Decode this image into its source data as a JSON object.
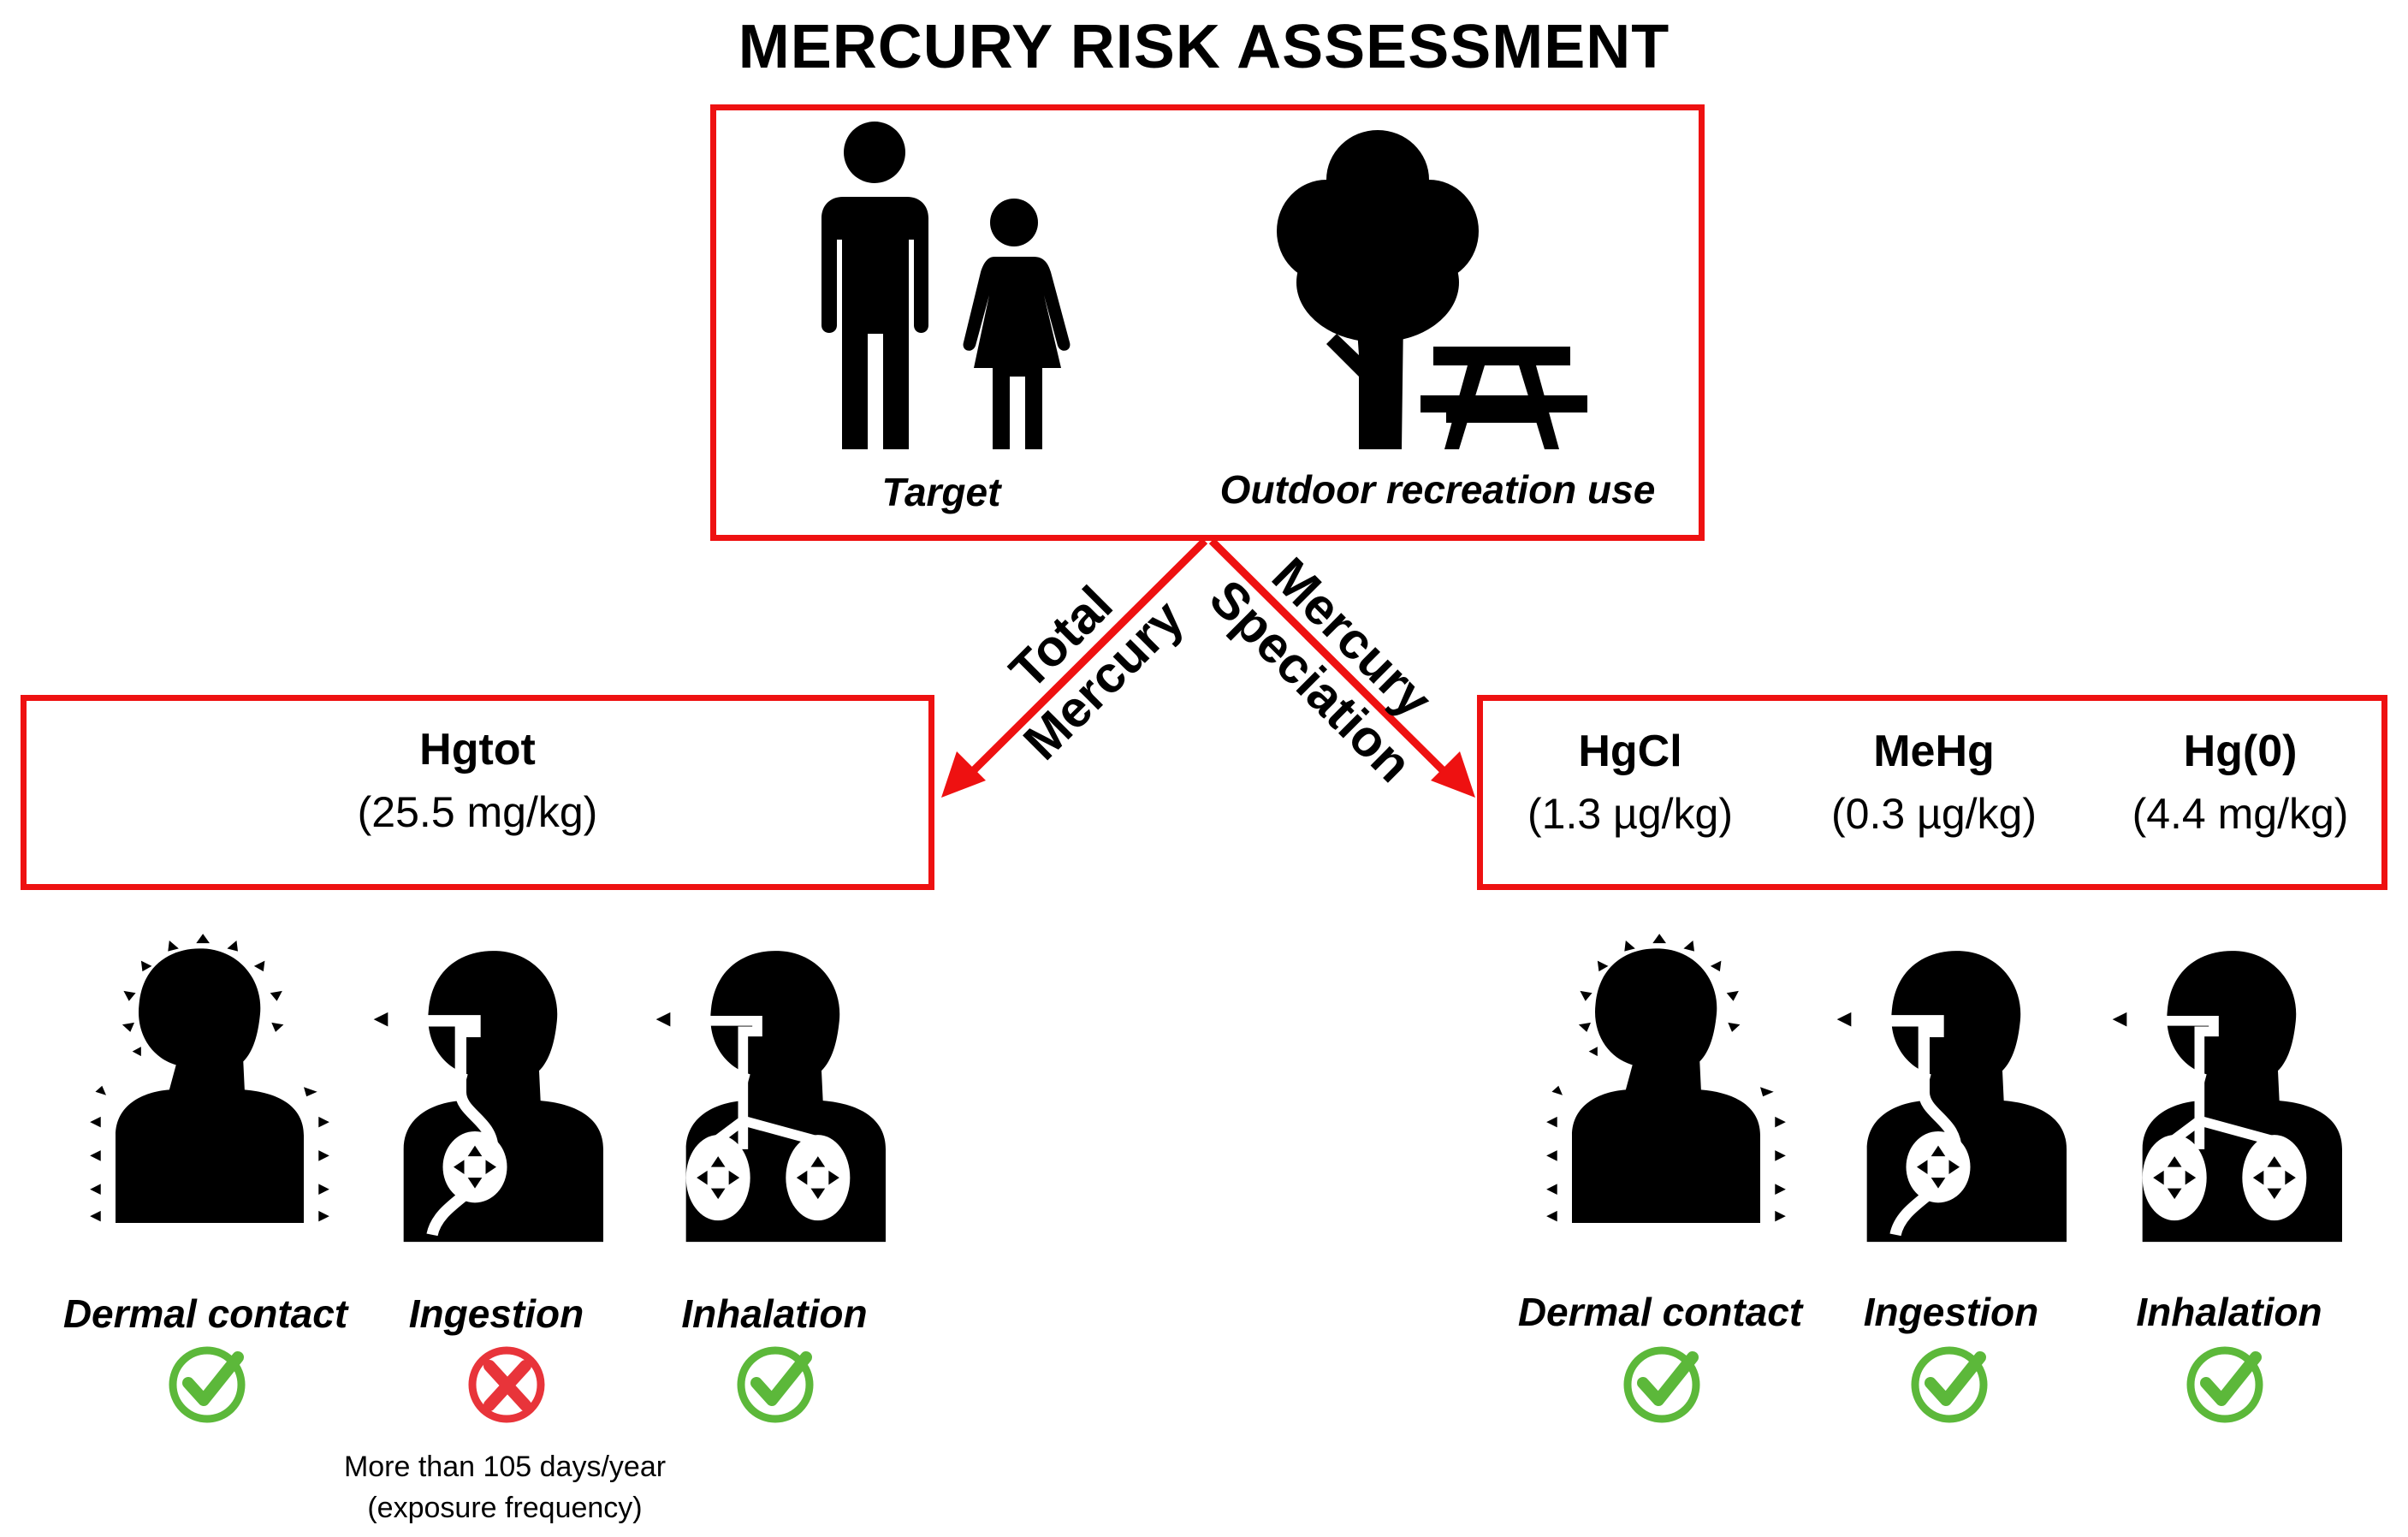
{
  "title": "MERCURY RISK ASSESSMENT",
  "top_box": {
    "target_label": "Target",
    "use_label": "Outdoor recreation use"
  },
  "arrows": {
    "left": {
      "line1": "Total",
      "line2": "Mercury"
    },
    "right": {
      "line1": "Mercury",
      "line2": "Speciation"
    }
  },
  "total_box": {
    "name": "Hgtot",
    "value": "(25.5 mg/kg)"
  },
  "speciation_box": {
    "species": [
      {
        "name": "HgCl",
        "value": "(1.3 µg/kg)"
      },
      {
        "name": "MeHg",
        "value": "(0.3 µg/kg)"
      },
      {
        "name": "Hg(0)",
        "value": "(4.4 mg/kg)"
      }
    ]
  },
  "total_pathways": [
    {
      "label": "Dermal contact",
      "status": "check",
      "icon": "dermal-contact-icon"
    },
    {
      "label": "Ingestion",
      "status": "cross",
      "icon": "ingestion-icon"
    },
    {
      "label": "Inhalation",
      "status": "check",
      "icon": "inhalation-icon"
    }
  ],
  "speciation_pathways": [
    {
      "label": "Dermal contact",
      "status": "check",
      "icon": "dermal-contact-icon"
    },
    {
      "label": "Ingestion",
      "status": "check",
      "icon": "ingestion-icon"
    },
    {
      "label": "Inhalation",
      "status": "check",
      "icon": "inhalation-icon"
    }
  ],
  "ingestion_note": {
    "line1": "More than 105 days/year",
    "line2": "(exposure frequency)"
  },
  "colors": {
    "accent_red": "#ee1111",
    "check_green": "#5cb83a",
    "cross_red": "#e8343a"
  }
}
